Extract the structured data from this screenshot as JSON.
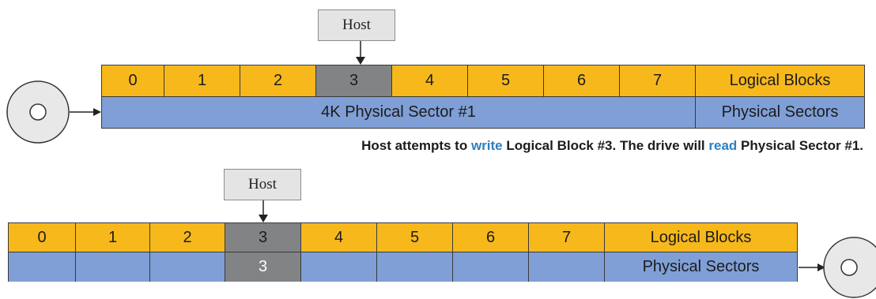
{
  "top": {
    "host_label": "Host",
    "logical_blocks": [
      "0",
      "1",
      "2",
      "3",
      "4",
      "5",
      "6",
      "7"
    ],
    "logical_blocks_label": "Logical Blocks",
    "physical_sector_text": "4K Physical Sector #1",
    "physical_sectors_label": "Physical Sectors"
  },
  "caption": {
    "part1": "Host attempts to ",
    "write": "write",
    "part2": " Logical Block #3. The drive will ",
    "read": "read",
    "part3": " Physical Sector #1."
  },
  "bottom": {
    "host_label": "Host",
    "logical_blocks": [
      "0",
      "1",
      "2",
      "3",
      "4",
      "5",
      "6",
      "7"
    ],
    "logical_blocks_label": "Logical Blocks",
    "physical_cells": [
      "",
      "",
      "",
      "3",
      "",
      "",
      "",
      ""
    ],
    "physical_sectors_label": "Physical Sectors"
  },
  "colors": {
    "logical_block": "#f7b81c",
    "physical_sector": "#7f9fd6",
    "highlighted_block": "#828385",
    "keyword": "#2c7fc0"
  },
  "icons": [
    "disk-icon"
  ]
}
